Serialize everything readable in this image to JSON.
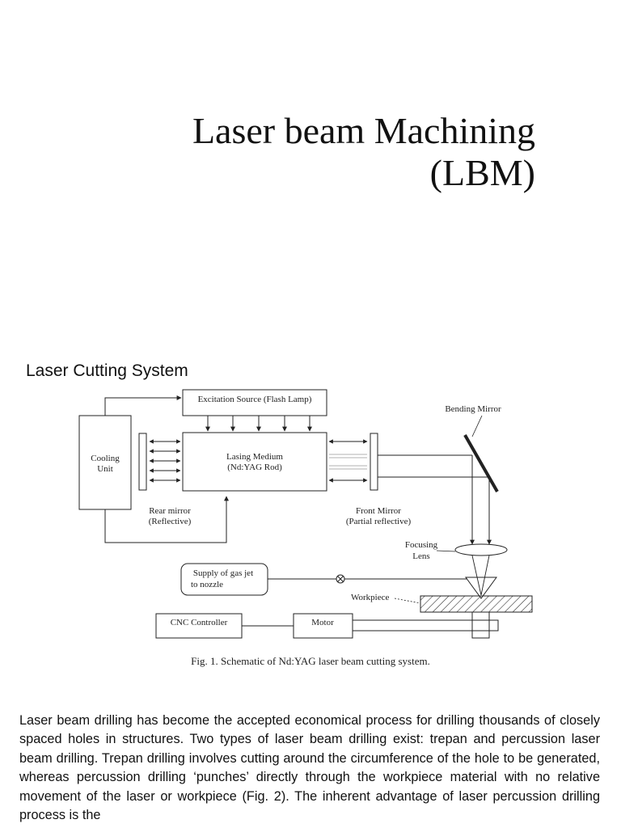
{
  "title": {
    "line1": "Laser beam Machining",
    "line2": "(LBM)"
  },
  "section_heading": "Laser Cutting System",
  "diagram": {
    "labels": {
      "excitation": "Excitation Source (Flash Lamp)",
      "cooling_line1": "Cooling",
      "cooling_line2": "Unit",
      "lasing_line1": "Lasing Medium",
      "lasing_line2": "(Nd:YAG Rod)",
      "rear_mirror_line1": "Rear mirror",
      "rear_mirror_line2": "(Reflective)",
      "front_mirror_line1": "Front Mirror",
      "front_mirror_line2": "(Partial reflective)",
      "bending_mirror": "Bending Mirror",
      "focusing_line1": "Focusing",
      "focusing_line2": "Lens",
      "gas_line1": "Supply of gas jet",
      "gas_line2": "to nozzle",
      "workpiece": "Workpiece",
      "cnc": "CNC Controller",
      "motor": "Motor"
    },
    "caption": "Fig. 1. Schematic of Nd:YAG laser beam cutting system."
  },
  "paragraph": "Laser beam drilling has become the accepted economical process for drilling thousands of closely spaced holes in structures. Two types of laser beam drilling exist: trepan and percussion laser beam drilling. Trepan drilling involves cutting around the circumference of the hole to be generated, whereas percussion drilling ‘punches’ directly through the workpiece material with no relative movement of the laser or workpiece (Fig. 2). The inherent advantage of laser percussion drilling process is the"
}
